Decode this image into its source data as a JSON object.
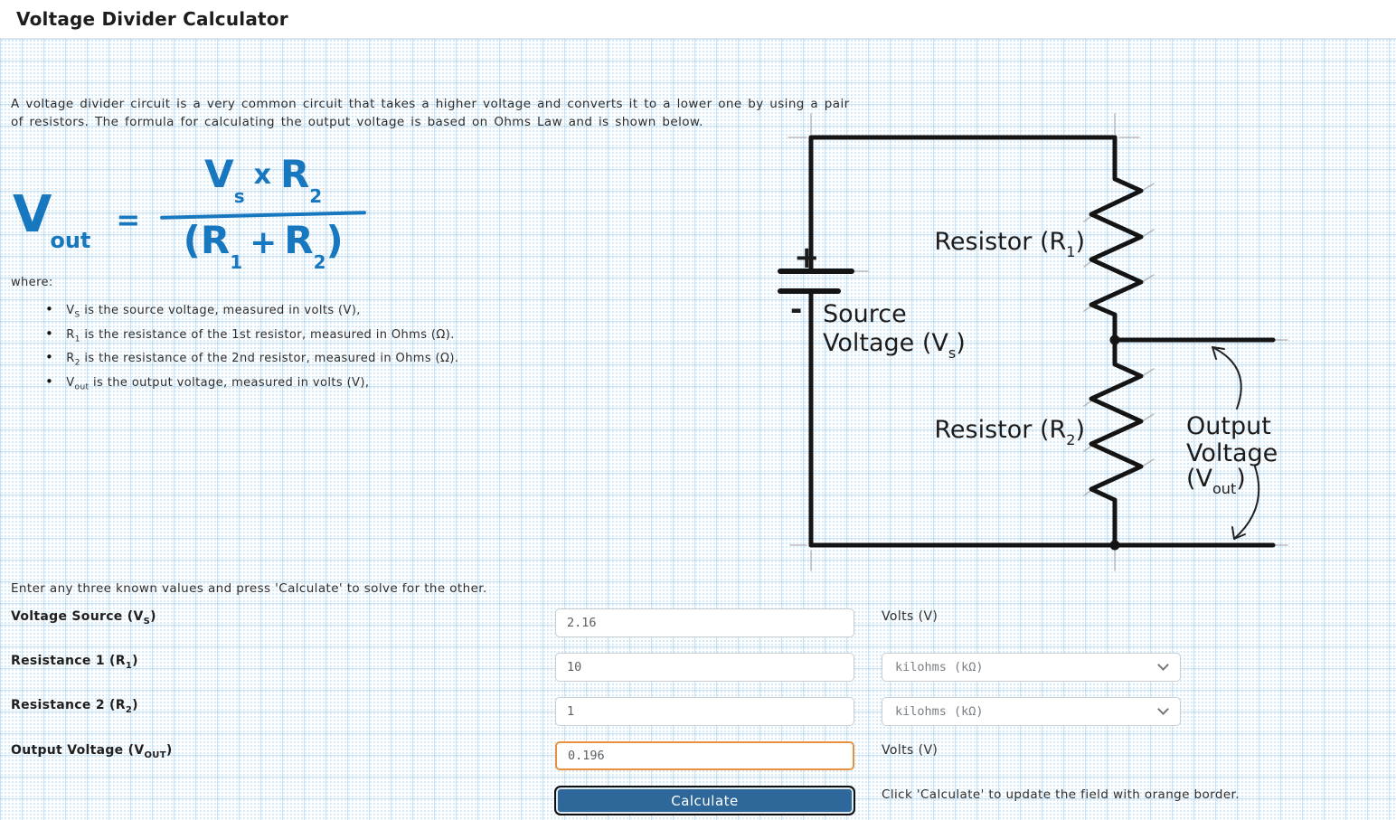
{
  "header": {
    "title": "Voltage Divider Calculator"
  },
  "intro": {
    "line1": "A voltage divider circuit is a very common circuit that takes a higher voltage and converts it to a lower one by using a pair",
    "line2": "of resistors. The formula for calculating the output voltage is based on Ohms Law and is shown below."
  },
  "formula": {
    "lhs": "V",
    "lhs_sub": "out",
    "equals": "=",
    "num_left": "V",
    "num_left_sub": "s",
    "num_op": "x",
    "num_right": "R",
    "num_right_sub": "2",
    "den_open": "(",
    "den_left": "R",
    "den_left_sub": "1",
    "den_op": "+",
    "den_right": "R",
    "den_right_sub": "2",
    "den_close": ")"
  },
  "where": {
    "title": "where:",
    "bullets": [
      {
        "sym": "V",
        "sub": "S",
        "rest": " is the source voltage, measured in volts (V),"
      },
      {
        "sym": "R",
        "sub": "1",
        "rest": " is the resistance of the 1st resistor, measured in Ohms (Ω)."
      },
      {
        "sym": "R",
        "sub": "2",
        "rest": " is the resistance of the 2nd resistor, measured in Ohms (Ω)."
      },
      {
        "sym": "V",
        "sub": "out",
        "rest": " is the output voltage, measured in volts (V),"
      }
    ]
  },
  "circuit": {
    "plus": "+",
    "minus": "-",
    "source_line1": "Source",
    "source_line2a": "Voltage (V",
    "source_sub": "s",
    "source_close": ")",
    "r1_base": "Resistor (R",
    "r1_sub": "1",
    "r1_close": ")",
    "r2_base": "Resistor (R",
    "r2_sub": "2",
    "r2_close": ")",
    "out_line1": "Output",
    "out_line2": "Voltage",
    "out_line3a": "(V",
    "out_sub": "out",
    "out_close": ")"
  },
  "form": {
    "instruction": "Enter any three known values and press 'Calculate' to solve for the other.",
    "rows": [
      {
        "label_base": "Voltage Source (V",
        "label_sub": "S",
        "label_close": ")",
        "value": "2.16",
        "unit": "Volts (V)"
      },
      {
        "label_base": "Resistance 1 (R",
        "label_sub": "1",
        "label_close": ")",
        "value": "10",
        "unit": "kilohms (kΩ)"
      },
      {
        "label_base": "Resistance 2 (R",
        "label_sub": "2",
        "label_close": ")",
        "value": "1",
        "unit": "kilohms (kΩ)"
      },
      {
        "label_base": "Output Voltage (V",
        "label_sub": "OUT",
        "label_close": ")",
        "value": "0.196",
        "unit": "Volts (V)"
      }
    ],
    "calculate_label": "Calculate",
    "note": "Click 'Calculate' to update the field with orange border."
  },
  "colors": {
    "formula_blue": "#1878bf",
    "accent_orange": "#e8913f",
    "button_blue": "#2e689a"
  }
}
